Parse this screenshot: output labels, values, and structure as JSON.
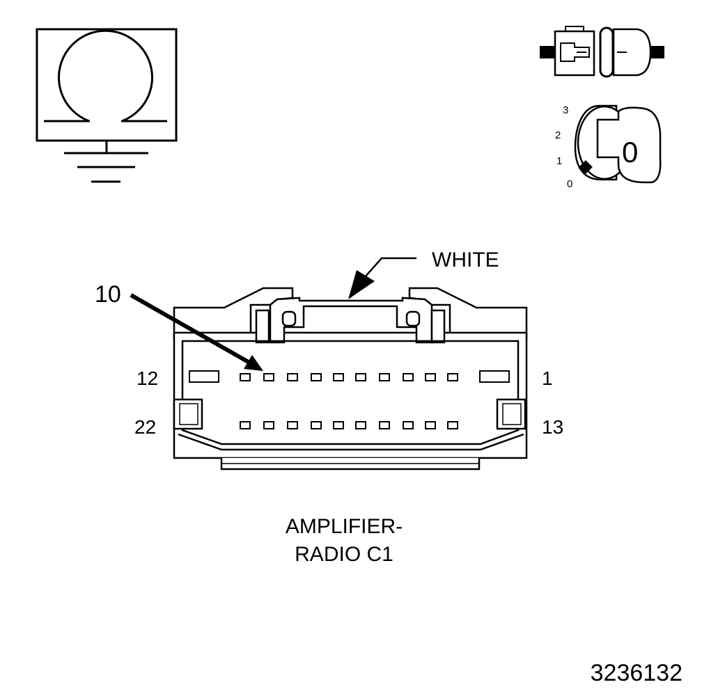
{
  "colors": {
    "ink": "#000000",
    "paper": "#ffffff",
    "shade": "#e8e8e8"
  },
  "icons": {
    "ohmmeter": "ohmmeter-ground-icon",
    "connector_unplugged": "disconnected-connector-icon",
    "ignition": "ignition-key-switch-icon"
  },
  "ignition_switch": {
    "positions": [
      "3",
      "2",
      "1",
      "0"
    ],
    "key_label": "0"
  },
  "connector": {
    "color_callout": "WHITE",
    "pin_callout": "10",
    "row1_left_pin": "12",
    "row1_right_pin": "1",
    "row2_left_pin": "22",
    "row2_right_pin": "13",
    "caption_line1": "AMPLIFIER-",
    "caption_line2": "RADIO C1"
  },
  "figure_number": "3236132"
}
